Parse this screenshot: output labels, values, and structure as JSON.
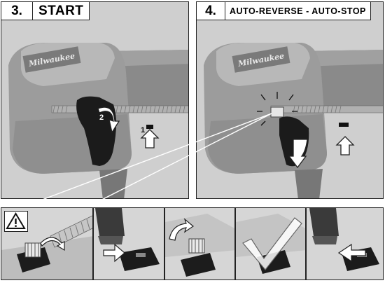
{
  "step3": {
    "number": "3.",
    "title": "START",
    "label_1": "1",
    "label_2": "2"
  },
  "step4": {
    "number": "4.",
    "title": "AUTO-REVERSE - AUTO-STOP"
  },
  "brand": "Milwaukee",
  "bottom_sequence": [
    "warning-close-up",
    "latch-engaged",
    "latch-released",
    "checkmark-ok",
    "latch-reset"
  ]
}
